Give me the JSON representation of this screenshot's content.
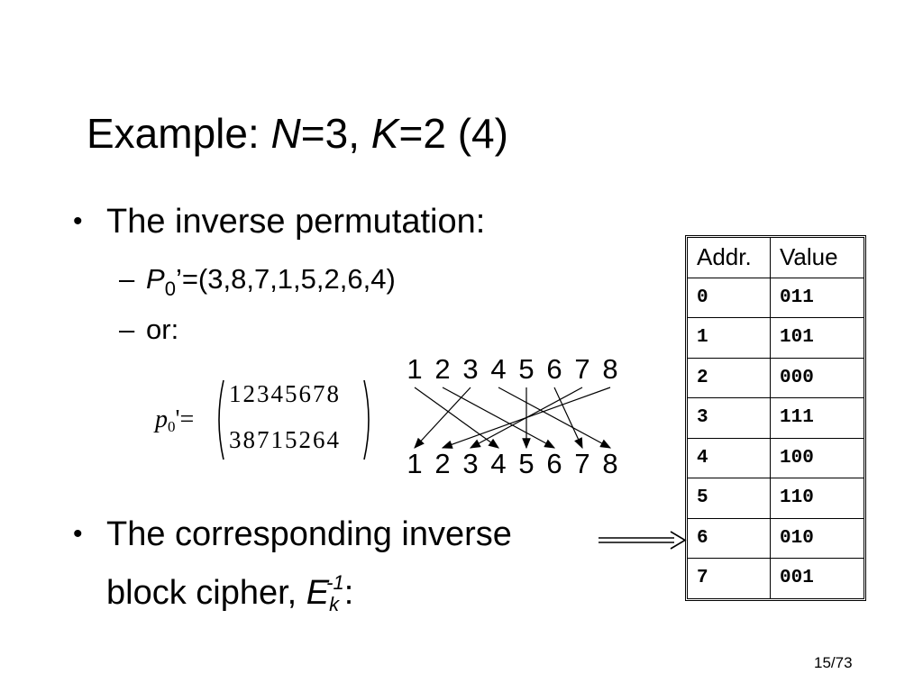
{
  "title": {
    "prefix": "Example: ",
    "n_var": "N",
    "n_eq": "=3, ",
    "k_var": "K",
    "k_eq": "=2 (4)"
  },
  "bullet1": {
    "text": "The inverse permutation:",
    "sub1": {
      "var": "P",
      "subscript": "0",
      "rest": "’=(3,8,7,1,5,2,6,4)"
    },
    "sub2": {
      "text": "or:"
    }
  },
  "matrix": {
    "lhs_var": "p",
    "lhs_sub": "0",
    "lhs_rest": "'=",
    "row1": "12345678",
    "row2": "38715264"
  },
  "perm_diagram": {
    "top": [
      "1",
      "2",
      "3",
      "4",
      "5",
      "6",
      "7",
      "8"
    ],
    "bottom": [
      "1",
      "2",
      "3",
      "4",
      "5",
      "6",
      "7",
      "8"
    ],
    "mapping": [
      3,
      8,
      7,
      1,
      5,
      2,
      6,
      4
    ]
  },
  "bullet2": {
    "line1": "The corresponding inverse",
    "line2_prefix": "block cipher, ",
    "var": "E",
    "subscript": "k",
    "superscript": "-1",
    "suffix": ":"
  },
  "table": {
    "headers": [
      "Addr.",
      "Value"
    ],
    "rows": [
      [
        "0",
        "011"
      ],
      [
        "1",
        "101"
      ],
      [
        "2",
        "000"
      ],
      [
        "3",
        "111"
      ],
      [
        "4",
        "100"
      ],
      [
        "5",
        "110"
      ],
      [
        "6",
        "010"
      ],
      [
        "7",
        "001"
      ]
    ]
  },
  "page_number": "15/73"
}
